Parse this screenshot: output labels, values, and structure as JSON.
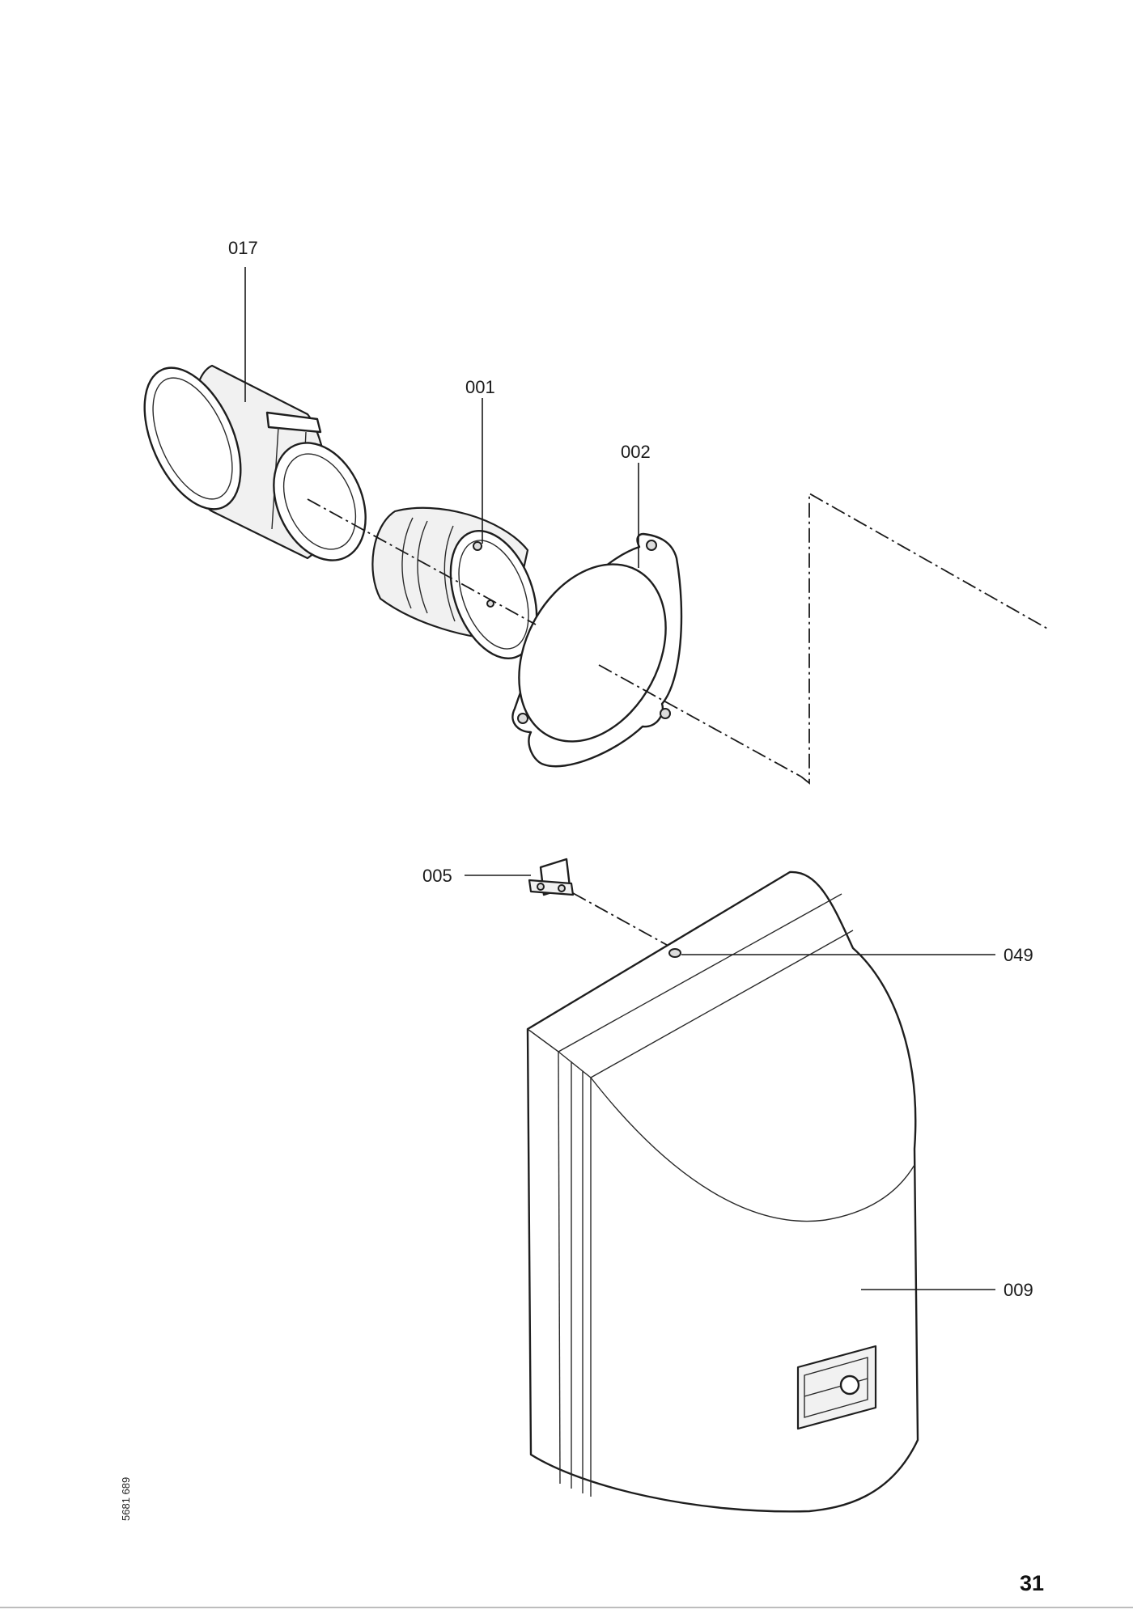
{
  "callouts": {
    "p017": "017",
    "p001": "001",
    "p002": "002",
    "p005": "005",
    "p049": "049",
    "p009": "009"
  },
  "document_id": "5681 689",
  "page_number": "31"
}
